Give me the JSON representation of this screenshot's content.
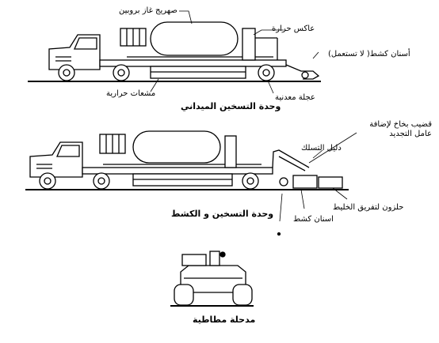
{
  "labels": {
    "propane_tank": "صهريج غاز بروبين",
    "heat_reflector": "عاكس حرارة",
    "scarifier_teeth_unused": "أسنان كشط( لا تستعمل)",
    "heat_radiators": "مشعات حرارية",
    "metal_wheel": "عجلة معدنية",
    "rejuvenator_spray_bar": "قضيب بخاخ لإضافة عامل التجديد",
    "screed_guide": "دليل التسلك",
    "spreading_auger": "حلزون لتفريق الخليط",
    "scarifier_teeth": "اسنان كشط"
  },
  "captions": {
    "unit1": "وحدة التسخين الميداني",
    "unit2": "وحدة التسخين و الكشط",
    "unit3": "مدحلة مطاطية"
  }
}
